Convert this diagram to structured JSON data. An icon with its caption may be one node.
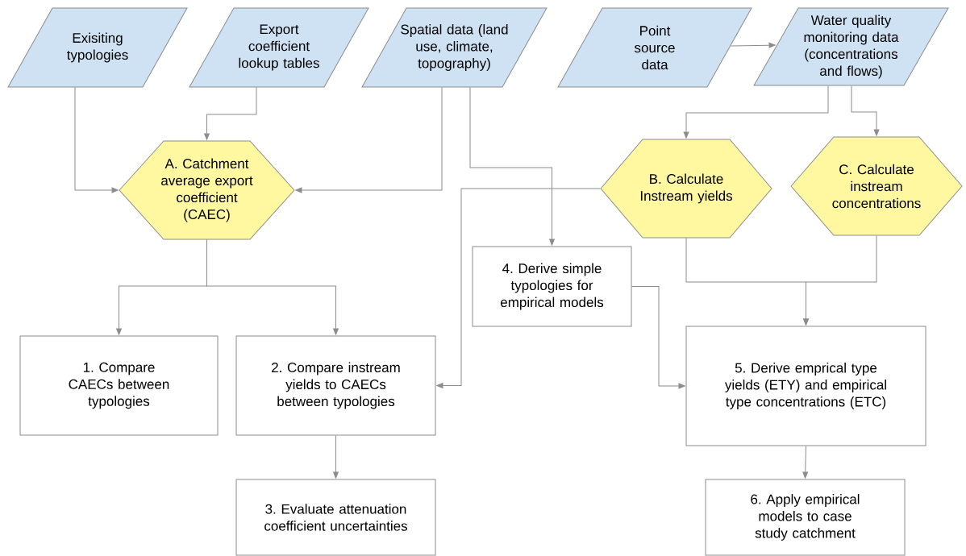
{
  "diagram": {
    "nodes": [
      {
        "text": [
          "Exisiting typologies"
        ]
      },
      {
        "text": [
          "Export coefficient lookup tables"
        ]
      },
      {
        "text": [
          "Spatial data (land use, climate, topography)"
        ]
      },
      {
        "text": [
          "Point source data"
        ]
      },
      {
        "text": [
          "Water quality monitoring data (concentrations and flows)"
        ]
      },
      {
        "text": [
          "A. Catchment average export coefficient (CAEC)"
        ]
      },
      {
        "text": [
          "B. Calculate Instream yields"
        ]
      },
      {
        "text": [
          "C. Calculate instream concentrations"
        ]
      },
      {
        "text": [
          "4. Derive simple typologies for empirical models"
        ]
      },
      {
        "text": [
          "1. Compare CAECs between typologies"
        ]
      },
      {
        "text": [
          "2. Compare instream yields to CAECs between typologies"
        ]
      },
      {
        "text": [
          "5. Derive emprical type yields (ETY) and empirical type concentrations (ETC)"
        ]
      },
      {
        "text": [
          "3. Evaluate attenuation coefficient uncertainties"
        ]
      },
      {
        "text": [
          "6. Apply empirical models to case study catchment"
        ]
      }
    ],
    "edges": [
      {
        "from": 0,
        "to": 5,
        "arrow": "to"
      },
      {
        "from": 1,
        "to": 5,
        "arrow": "to"
      },
      {
        "from": 2,
        "to": 5,
        "arrow": "to"
      },
      {
        "from": 2,
        "to": 8,
        "arrow": "to"
      },
      {
        "from": 3,
        "to": 4,
        "arrow": "to"
      },
      {
        "from": 4,
        "to": 6,
        "arrow": "to"
      },
      {
        "from": 4,
        "to": 7,
        "arrow": "to"
      },
      {
        "from": 6,
        "to": 10,
        "arrow": "to"
      },
      {
        "from": 5,
        "to": 9,
        "arrow": "to"
      },
      {
        "from": 5,
        "to": 10,
        "arrow": "to"
      },
      {
        "from": 6,
        "to": 11,
        "arrow": "to"
      },
      {
        "from": 7,
        "to": 11,
        "arrow": "to"
      },
      {
        "from": 8,
        "to": 11,
        "arrow": "to"
      },
      {
        "from": 10,
        "to": 12,
        "arrow": "to"
      },
      {
        "from": 11,
        "to": 13,
        "arrow": "to"
      }
    ]
  }
}
